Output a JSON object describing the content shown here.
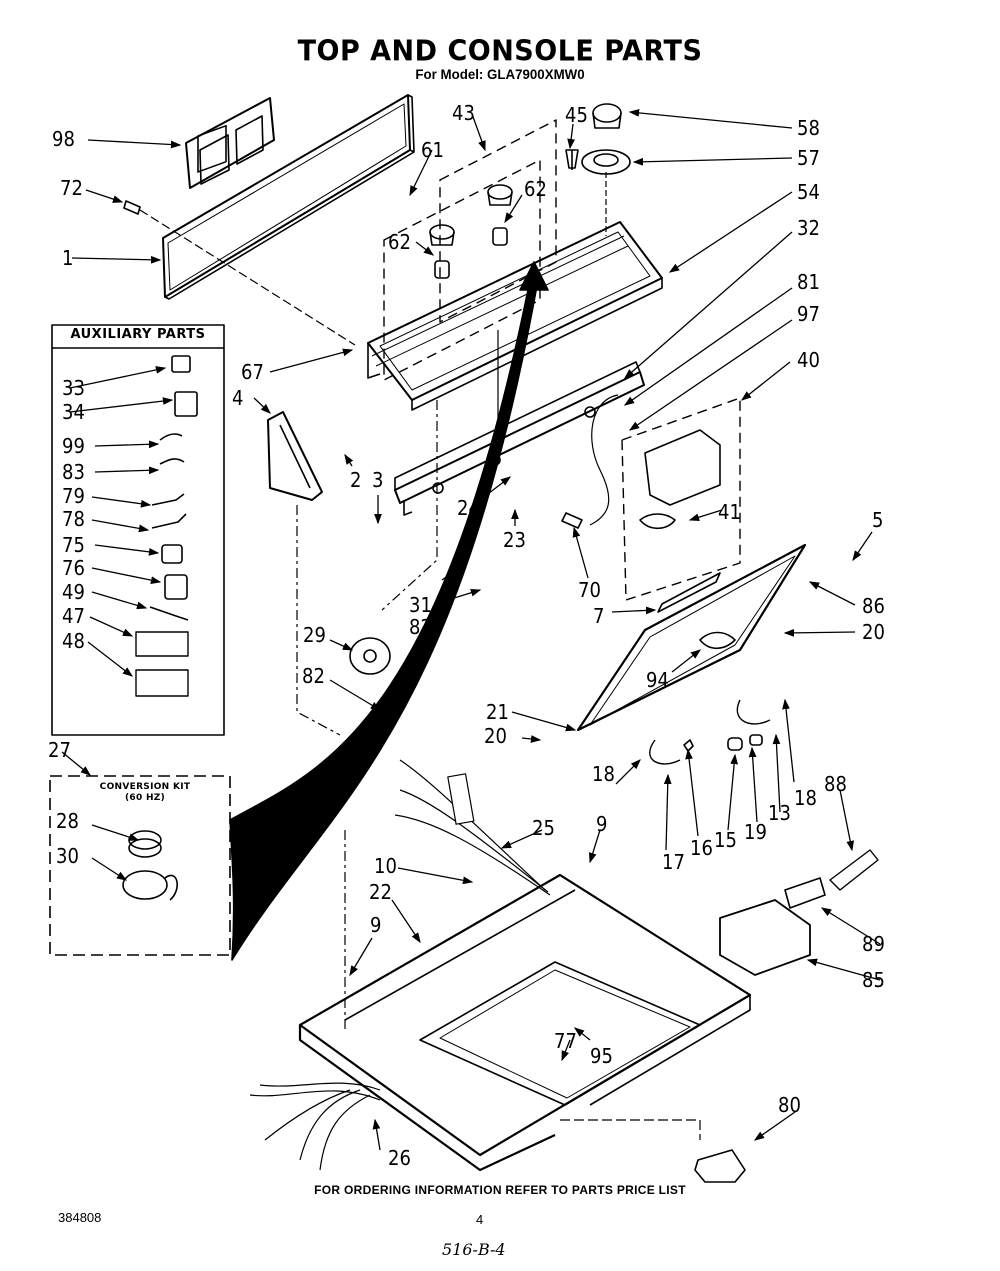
{
  "header": {
    "title": "TOP AND CONSOLE PARTS",
    "subtitle": "For Model: GLA7900XMW0"
  },
  "auxiliary_box": {
    "title": "AUXILIARY PARTS",
    "items": [
      "33",
      "34",
      "99",
      "83",
      "79",
      "78",
      "75",
      "76",
      "49",
      "47",
      "48"
    ]
  },
  "conversion_kit": {
    "ref": "27",
    "title_line1": "CONVERSION KIT",
    "title_line2": "(60 HZ)",
    "items": [
      "28",
      "30"
    ]
  },
  "callouts": {
    "c98": "98",
    "c72": "72",
    "c1": "1",
    "c43": "43",
    "c61": "61",
    "c62a": "62",
    "c62b": "62",
    "c45": "45",
    "c58": "58",
    "c57": "57",
    "c54": "54",
    "c32": "32",
    "c81": "81",
    "c97": "97",
    "c40": "40",
    "c41": "41",
    "c67": "67",
    "c4": "4",
    "c2": "2",
    "c3": "3",
    "c24": "24",
    "c23": "23",
    "c70": "70",
    "c31": "31",
    "c82a": "82",
    "c29": "29",
    "c82b": "82",
    "c5": "5",
    "c86": "86",
    "c7": "7",
    "c20a": "20",
    "c94": "94",
    "c21": "21",
    "c20b": "20",
    "c18a": "18",
    "c17": "17",
    "c16": "16",
    "c15": "15",
    "c19": "19",
    "c13": "13",
    "c18b": "18",
    "c88": "88",
    "c25": "25",
    "c9a": "9",
    "c10": "10",
    "c22": "22",
    "c9b": "9",
    "c89": "89",
    "c85": "85",
    "c77": "77",
    "c95": "95",
    "c80": "80",
    "c26": "26"
  },
  "footer": {
    "ordering_note": "FOR ORDERING INFORMATION REFER TO PARTS PRICE LIST",
    "doc_number": "384808",
    "page_number": "4",
    "handwritten_note": "516-B-4"
  }
}
